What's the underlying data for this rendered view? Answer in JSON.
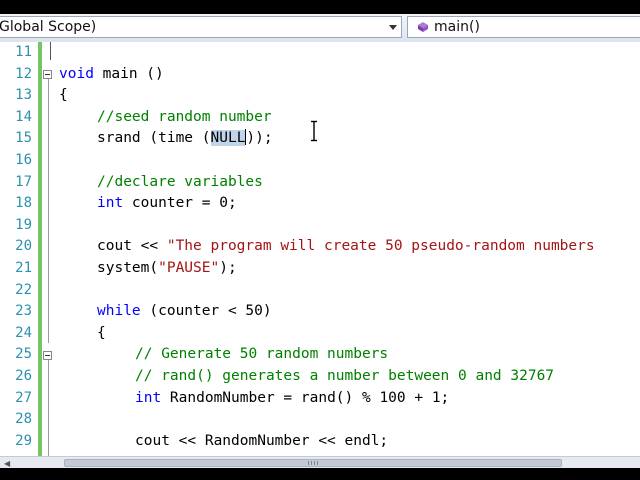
{
  "navbar": {
    "scope": "Global Scope)",
    "member": "main()"
  },
  "editor": {
    "lines": [
      {
        "n": "11",
        "text": ""
      },
      {
        "n": "12",
        "text": "void main ()"
      },
      {
        "n": "13",
        "text": "{"
      },
      {
        "n": "14",
        "text": "    //seed random number"
      },
      {
        "n": "15",
        "text": "    srand (time (NULL));"
      },
      {
        "n": "16",
        "text": ""
      },
      {
        "n": "17",
        "text": "    //declare variables"
      },
      {
        "n": "18",
        "text": "    int counter = 0;"
      },
      {
        "n": "19",
        "text": ""
      },
      {
        "n": "20",
        "text": "    cout << \"The program will create 50 pseudo-random numbers"
      },
      {
        "n": "21",
        "text": "    system(\"PAUSE\");"
      },
      {
        "n": "22",
        "text": ""
      },
      {
        "n": "23",
        "text": "    while (counter < 50)"
      },
      {
        "n": "24",
        "text": "    {"
      },
      {
        "n": "25",
        "text": "        // Generate 50 random numbers"
      },
      {
        "n": "26",
        "text": "        // rand() generates a number between 0 and 32767"
      },
      {
        "n": "27",
        "text": "        int RandomNumber = rand() % 100 + 1;"
      },
      {
        "n": "28",
        "text": ""
      },
      {
        "n": "29",
        "text": "        cout << RandomNumber << endl;"
      }
    ],
    "tokens": {
      "l12_kw": "void",
      "l12_rest": " main ()",
      "l13": "{",
      "l14_cm": "//seed random number",
      "l15_a": "srand (time (",
      "l15_sel": "NULL",
      "l15_b": "));",
      "l17_cm": "//declare variables",
      "l18_kw": "int",
      "l18_rest": " counter = 0;",
      "l20_a": "cout << ",
      "l20_st": "\"The program will create 50 pseudo-random numbers",
      "l21_a": "system(",
      "l21_st": "\"PAUSE\"",
      "l21_b": ");",
      "l23_kw": "while",
      "l23_rest": " (counter < 50)",
      "l24": "{",
      "l25_cm": "// Generate 50 random numbers",
      "l26_cm": "// rand() generates a number between 0 and 32767",
      "l27_kw": "int",
      "l27_rest": " RandomNumber = rand() % 100 + 1;",
      "l29": "cout << RandomNumber << endl;"
    }
  },
  "colors": {
    "keyword": "#0000ff",
    "comment": "#008000",
    "string": "#a31515",
    "line_number": "#2b91af",
    "change_bar": "#75c565"
  },
  "icons": {
    "member": "method-icon",
    "text_cursor": "ibeam-cursor-icon"
  }
}
